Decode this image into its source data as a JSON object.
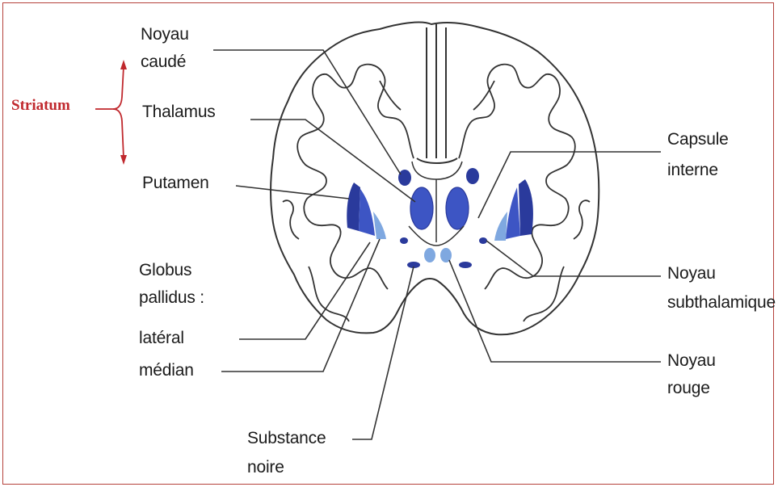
{
  "group_label": "Striatum",
  "labels": {
    "noyau_caude_1": "Noyau",
    "noyau_caude_2": "caudé",
    "thalamus": "Thalamus",
    "putamen": "Putamen",
    "globus_1": "Globus",
    "globus_2": "pallidus :",
    "globus_lateral": "latéral",
    "globus_median": "médian",
    "capsule_1": "Capsule",
    "capsule_2": "interne",
    "subthal_1": "Noyau",
    "subthal_2": "subthalamique",
    "rouge_1": "Noyau",
    "rouge_2": "rouge",
    "substance_1": "Substance",
    "substance_2": "noire"
  },
  "colors": {
    "frame": "#b5413b",
    "striatum": "#c0282d",
    "dark_blue": "#2a3a9c",
    "mid_blue": "#3d55c4",
    "light_blue": "#7fa8e0",
    "outline": "#333333"
  }
}
